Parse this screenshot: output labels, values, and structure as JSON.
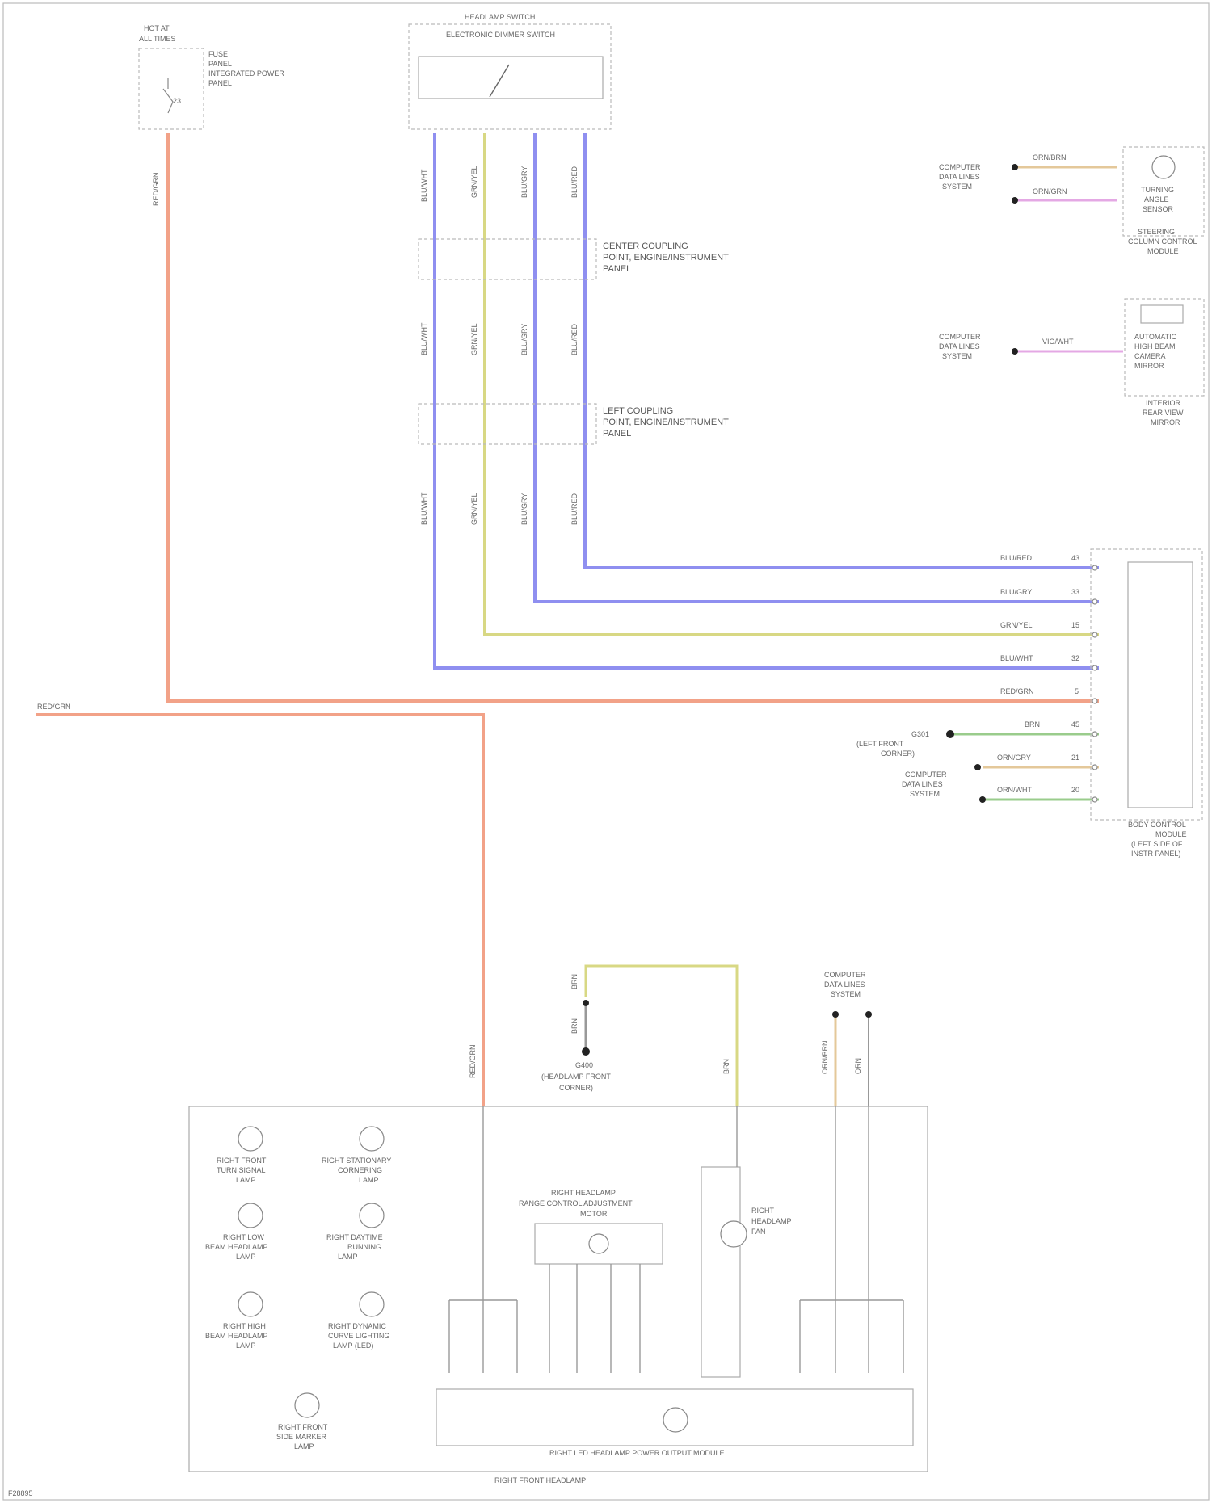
{
  "colors": {
    "blue": "#8f8ff0",
    "yellow": "#d8d884",
    "orange": "#f2a288",
    "green": "#9acc8c",
    "pink": "#e4a8e4",
    "tan": "#e4c89a",
    "ground": "#999999"
  },
  "components": {
    "hot_at_all_times": {
      "line1": "HOT AT",
      "line2": "ALL TIMES"
    },
    "fuse_label": [
      "FUSE",
      "PANEL",
      "INTEGRATED POWER",
      "PANEL"
    ],
    "fuse_num": "23",
    "headlamp_switch_top": "HEADLAMP SWITCH",
    "headlamp_switch_sub": "ELECTRONIC DIMMER SWITCH",
    "center_coupling": [
      "CENTER COUPLING",
      "POINT, ENGINE/INSTRUMENT",
      "PANEL"
    ],
    "left_coupling": [
      "LEFT COUPLING",
      "POINT, ENGINE/INSTRUMENT",
      "PANEL"
    ],
    "driving_sensor": [
      "TURNING",
      "ANGLE",
      "SENSOR"
    ],
    "steering_module": [
      "STEERING",
      "COLUMN CONTROL",
      "MODULE"
    ],
    "camera_module": [
      "AUTOMATIC",
      "HIGH BEAM",
      "CAMERA",
      "MIRROR"
    ],
    "camera_module_sub": [
      "INTERIOR",
      "REAR VIEW",
      "MIRROR"
    ],
    "bcm": [
      "BODY CONTROL",
      "MODULE",
      "(LEFT SIDE OF",
      "INSTR PANEL)"
    ],
    "computer_data_lines": [
      "COMPUTER",
      "DATA LINES",
      "SYSTEM"
    ],
    "ground_left_front": [
      "G301",
      "(LEFT FRONT",
      "CORNER)"
    ],
    "ground_front": [
      "G400",
      "(HEADLAMP FRONT",
      "CORNER)"
    ],
    "computer_data_lines_bottom": [
      "COMPUTER",
      "DATA LINES",
      "SYSTEM"
    ],
    "right_front_headlamp_box": "RIGHT FRONT HEADLAMP",
    "leveling_actuator": [
      "RIGHT HEADLAMP",
      "RANGE CONTROL ADJUSTMENT",
      "MOTOR"
    ],
    "headlamp_fan": [
      "RIGHT",
      "HEADLAMP",
      "FAN"
    ],
    "lamps": [
      [
        "RIGHT FRONT",
        "TURN SIGNAL",
        "LAMP"
      ],
      [
        "RIGHT STATIONARY",
        "CORNERING",
        "LAMP"
      ],
      [
        "RIGHT LOW",
        "BEAM HEADLAMP",
        "LAMP"
      ],
      [
        "RIGHT DAYTIME",
        "RUNNING",
        "LAMP"
      ],
      [
        "RIGHT HIGH",
        "BEAM HEADLAMP",
        "LAMP"
      ],
      [
        "RIGHT DYNAMIC",
        "CURVE LIGHTING",
        "LAMP (LED)"
      ],
      [
        "RIGHT FRONT",
        "SIDE MARKER",
        "LAMP"
      ]
    ],
    "power_module": "RIGHT LED HEADLAMP POWER OUTPUT MODULE",
    "footer": "F28895"
  },
  "wire_labels": {
    "fuse_out": "RED/GRN",
    "sw_1": "BLU/WHT",
    "sw_2": "GRN/YEL",
    "sw_3": "BLU/GRY",
    "sw_4": "BLU/RED",
    "sensor_1": "ORN/BRN",
    "sensor_2": "ORN/GRN",
    "camera_wire": "VIO/WHT",
    "bcm_1": "BLU/RED",
    "bcm_2": "BLU/GRY",
    "bcm_3": "GRN/YEL",
    "bcm_4": "BLU/WHT",
    "bcm_5": "RED/GRN",
    "bcm_6": "BRN",
    "bcm_7": "ORN/GRY",
    "bcm_8": "ORN/WHT",
    "left_feed": "RED/GRN",
    "ground_top": "BRN",
    "ground_mid": "BRN",
    "ground_vert": "BRN",
    "head_feed": "RED/GRN",
    "data_1": "ORN/BRN",
    "data_2": "ORN"
  },
  "pin_labels": {
    "bcm": [
      "43",
      "33",
      "15",
      "32",
      "5",
      "45",
      "21",
      "20"
    ]
  }
}
